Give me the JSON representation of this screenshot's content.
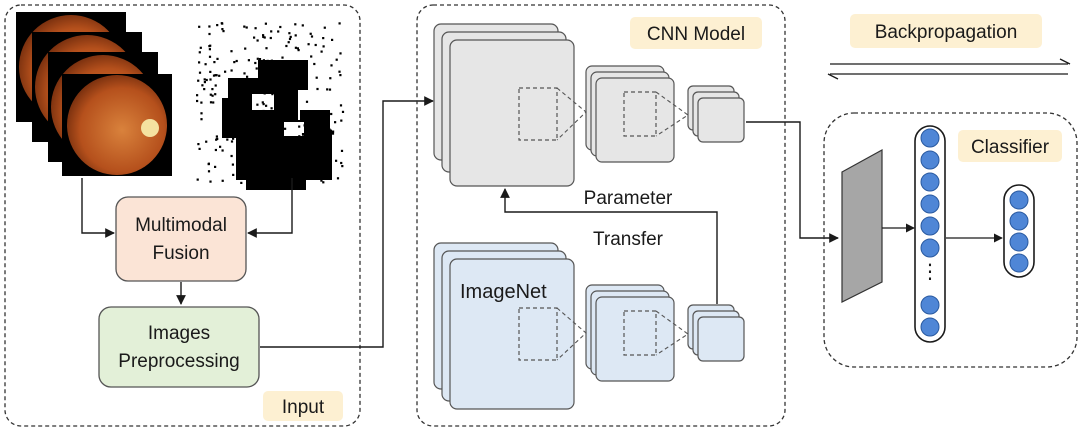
{
  "input": {
    "badge": "Input",
    "fusion_line1": "Multimodal",
    "fusion_line2": "Fusion",
    "preprocess_line1": "Images",
    "preprocess_line2": "Preprocessing"
  },
  "cnn": {
    "badge": "CNN Model",
    "imagenet_label": "ImageNet",
    "parameter_label": "Parameter",
    "transfer_label": "Transfer"
  },
  "backprop_label": "Backpropagation",
  "classifier": {
    "badge": "Classifier",
    "ellipsis": "⋮"
  },
  "colors": {
    "badge_bg": "#fdf0d2",
    "fusion_bg": "#fbe4d6",
    "preprocess_bg": "#e3f0d8",
    "cnn_gray": "#e6e6e6",
    "imagenet_blue": "#dde8f4",
    "neuron_blue": "#4f86d6"
  }
}
